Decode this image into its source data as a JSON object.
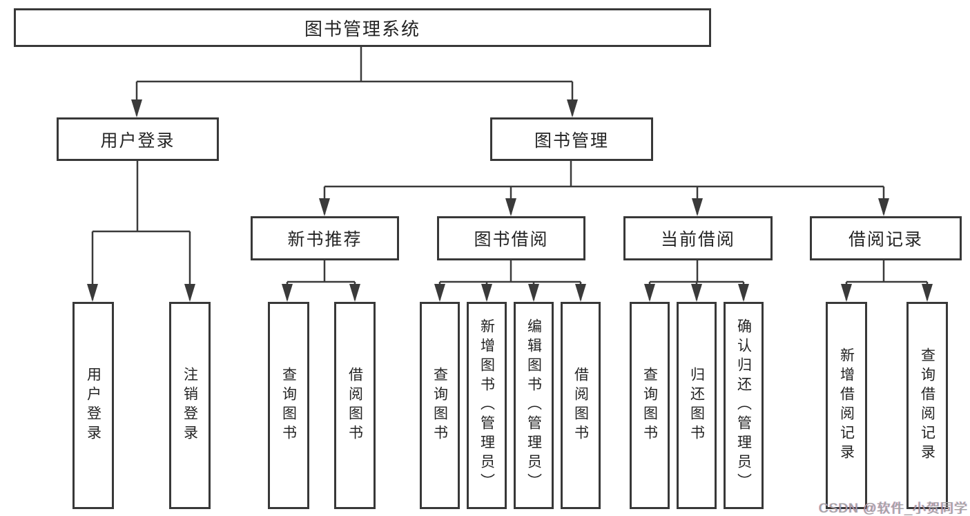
{
  "diagram": {
    "root": {
      "label": "图书管理系统"
    },
    "branches": [
      {
        "label": "用户登录",
        "children": [
          {
            "label": "用户登录"
          },
          {
            "label": "注销登录"
          }
        ]
      },
      {
        "label": "图书管理",
        "children": [
          {
            "label": "新书推荐",
            "children": [
              {
                "label": "查询图书"
              },
              {
                "label": "借阅图书"
              }
            ]
          },
          {
            "label": "图书借阅",
            "children": [
              {
                "label": "查询图书"
              },
              {
                "label": "新增图书（管理员）"
              },
              {
                "label": "编辑图书（管理员）"
              },
              {
                "label": "借阅图书"
              }
            ]
          },
          {
            "label": "当前借阅",
            "children": [
              {
                "label": "查询图书"
              },
              {
                "label": "归还图书"
              },
              {
                "label": "确认归还（管理员）"
              }
            ]
          },
          {
            "label": "借阅记录",
            "children": [
              {
                "label": "新增借阅记录"
              },
              {
                "label": "查询借阅记录"
              }
            ]
          }
        ]
      }
    ]
  },
  "watermark": {
    "text": "CSDN @软件_小贺同学"
  },
  "colors": {
    "line": "#3a3a3a",
    "border": "#383838",
    "text": "#242424",
    "watermark": "#a3a3a3",
    "background": "#ffffff"
  }
}
